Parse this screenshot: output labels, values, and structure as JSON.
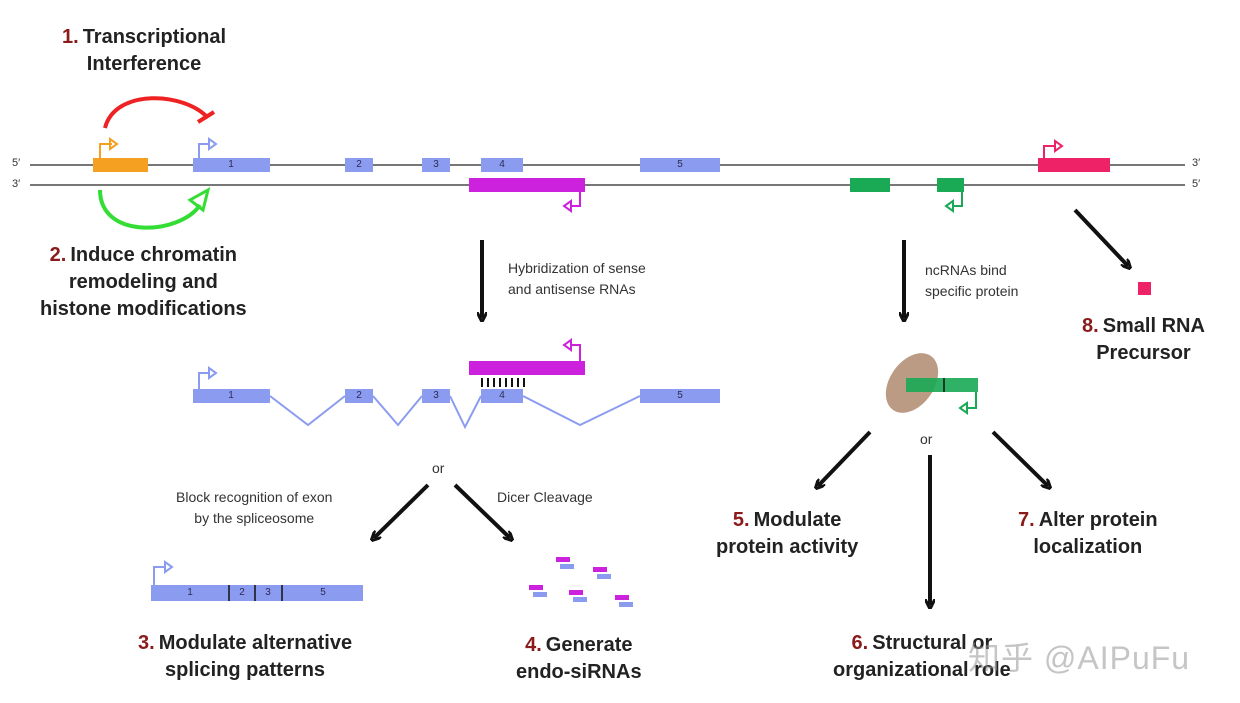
{
  "labels": {
    "l1": {
      "num": "1.",
      "line1": "Transcriptional",
      "line2": "Interference"
    },
    "l2": {
      "num": "2.",
      "line1": "Induce chromatin",
      "line2": "remodeling and",
      "line3": "histone modifications"
    },
    "l3": {
      "num": "3.",
      "line1": "Modulate alternative",
      "line2": "splicing patterns"
    },
    "l4": {
      "num": "4.",
      "line1": "Generate",
      "line2": "endo-siRNAs"
    },
    "l5": {
      "num": "5.",
      "line1": "Modulate",
      "line2": "protein activity"
    },
    "l6": {
      "num": "6.",
      "line1": "Structural or",
      "line2": "organizational role"
    },
    "l7": {
      "num": "7.",
      "line1": "Alter protein",
      "line2": "localization"
    },
    "l8": {
      "num": "8.",
      "line1": "Small RNA",
      "line2": "Precursor"
    }
  },
  "notes": {
    "hybrid1": "Hybridization of sense",
    "hybrid2": "and antisense RNAs",
    "ncrna1": "ncRNAs bind",
    "ncrna2": "specific protein",
    "or1": "or",
    "or2": "or",
    "block1": "Block recognition of exon",
    "block2": "by the spliceosome",
    "dicer": "Dicer Cleavage"
  },
  "strands": {
    "top_left": "5′",
    "top_right": "3′",
    "bottom_left": "3′",
    "bottom_right": "5′"
  },
  "exons": {
    "genome": [
      "1",
      "2",
      "3",
      "4",
      "5"
    ],
    "spliced": [
      "1",
      "2",
      "3",
      "4",
      "5"
    ],
    "mature": [
      "1",
      "2",
      "3",
      "5"
    ]
  },
  "watermark": "知乎 @AIPuFu",
  "colors": {
    "exon": "#8b9cf0",
    "orange": "#f5a020",
    "magenta": "#cc22dd",
    "green": "#1aaa55",
    "red": "#ee2222",
    "lightgreen": "#33dd33",
    "pink": "#ee2266",
    "protein": "#b08a70",
    "numcolor": "#8b1a1a"
  }
}
